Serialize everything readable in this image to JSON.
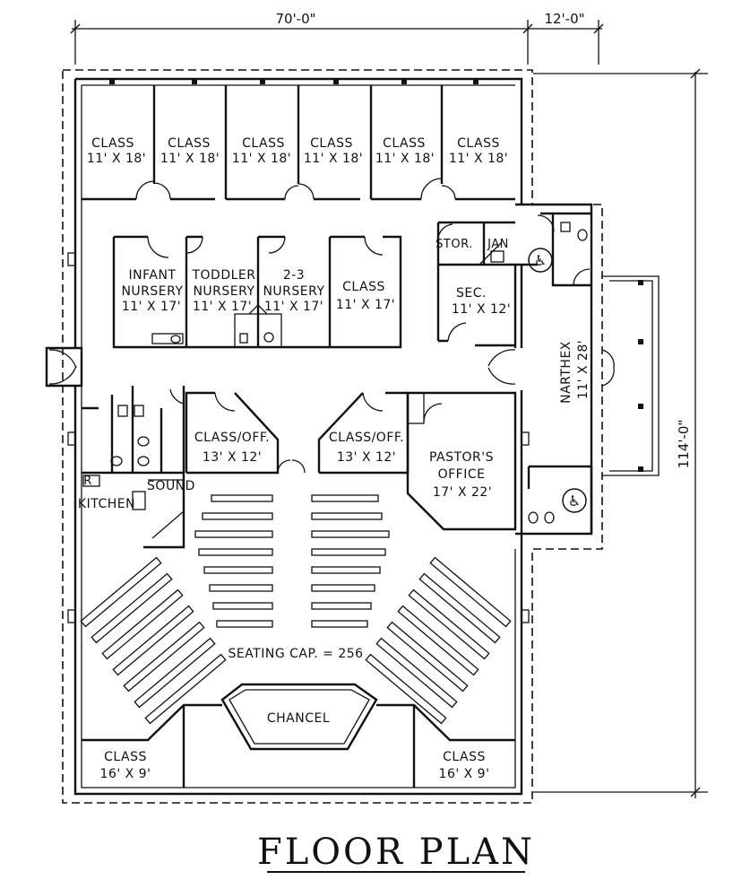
{
  "title": "FLOOR PLAN",
  "dimensions": {
    "width_main": "70'-0\"",
    "width_narthex": "12'-0\"",
    "depth": "114'-0\""
  },
  "rooms": {
    "class_1": {
      "name": "CLASS",
      "size": "11' X 18'"
    },
    "class_2": {
      "name": "CLASS",
      "size": "11' X 18'"
    },
    "class_3": {
      "name": "CLASS",
      "size": "11' X 18'"
    },
    "class_4": {
      "name": "CLASS",
      "size": "11' X 18'"
    },
    "class_5": {
      "name": "CLASS",
      "size": "11' X 18'"
    },
    "class_6": {
      "name": "CLASS",
      "size": "11' X 18'"
    },
    "infant": {
      "name1": "INFANT",
      "name2": "NURSERY",
      "size": "11' X 17'"
    },
    "toddler": {
      "name1": "TODDLER",
      "name2": "NURSERY",
      "size": "11' X 17'"
    },
    "two_three": {
      "name1": "2-3",
      "name2": "NURSERY",
      "size": "11' X 17'"
    },
    "class_mid": {
      "name": "CLASS",
      "size": "11' X 17'"
    },
    "stor": {
      "name": "STOR."
    },
    "jan": {
      "name": "JAN"
    },
    "sec": {
      "name": "SEC.",
      "size": "11' X 12'"
    },
    "narthex": {
      "name": "NARTHEX",
      "size": "11' X 28'"
    },
    "class_off_left": {
      "name": "CLASS/OFF.",
      "size": "13' X 12'"
    },
    "class_off_right": {
      "name": "CLASS/OFF.",
      "size": "13' X 12'"
    },
    "pastor": {
      "name1": "PASTOR'S",
      "name2": "OFFICE",
      "size": "17' X 22'"
    },
    "kitchen": {
      "name": "KITCHEN"
    },
    "sound": {
      "name": "SOUND"
    },
    "fridge_mark": {
      "name": "R"
    },
    "seating": {
      "text": "SEATING CAP. = 256"
    },
    "chancel": {
      "name": "CHANCEL"
    },
    "class_bl": {
      "name": "CLASS",
      "size": "16' X 9'"
    },
    "class_br": {
      "name": "CLASS",
      "size": "16' X 9'"
    }
  },
  "icons": [
    "wheelchair-icon",
    "toilet-icon",
    "sink-icon",
    "door-swing-icon",
    "pew"
  ]
}
